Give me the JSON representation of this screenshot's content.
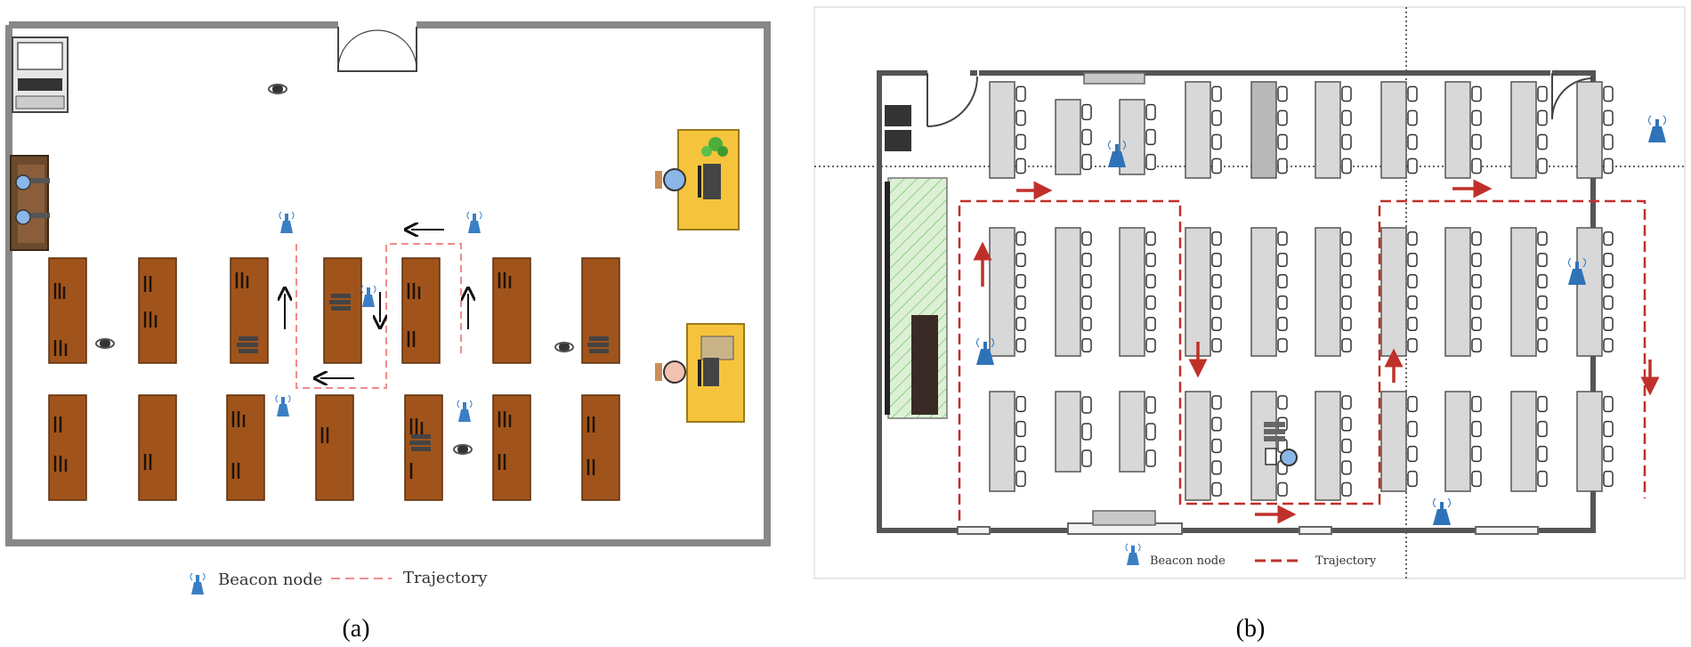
{
  "panel_a": {
    "legend": {
      "beacon_label": "Beacon node",
      "trajectory_label": "Trajectory"
    },
    "caption": "(a)",
    "colors": {
      "shelf": "#a0541c",
      "desk": "#f5c43c",
      "trajectory": "#f08c8c",
      "beacon": "#3a7fc4"
    },
    "icons": [
      "printer-icon",
      "sofa-icon",
      "person-icon",
      "plant-icon",
      "computer-icon",
      "book-stack-icon",
      "door-icon",
      "beacon-icon",
      "arrow-icon"
    ]
  },
  "panel_b": {
    "legend": {
      "beacon_label": "Beacon node",
      "trajectory_label": "Trajectory"
    },
    "caption": "(b)",
    "colors": {
      "desk": "#d8d8d8",
      "trajectory": "#c0302a",
      "beacon": "#3a7fc4",
      "board": "#c8e6c0"
    },
    "icons": [
      "door-icon",
      "beacon-icon",
      "chair-icon",
      "speaker-icon",
      "blackboard-icon",
      "podium-icon",
      "person-icon",
      "arrow-icon"
    ]
  }
}
